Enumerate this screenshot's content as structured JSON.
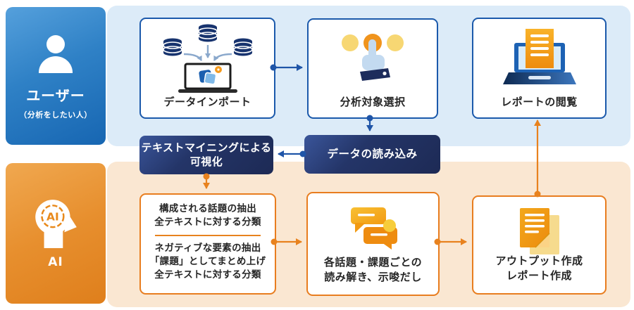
{
  "lanes": {
    "user": {
      "title": "ユーザー",
      "subtitle": "（分析をしたい人）",
      "icon": "person-icon"
    },
    "ai": {
      "title": "AI",
      "icon": "ai-head-icon"
    }
  },
  "user_flow": {
    "data_import": {
      "label": "データインポート",
      "icon": "databases-to-laptop-icon"
    },
    "target_select": {
      "label": "分析対象選択",
      "icon": "hand-tap-icon"
    },
    "report_view": {
      "label": "レポートの閲覧",
      "icon": "laptop-report-icon"
    }
  },
  "process": {
    "visualization": {
      "line1": "テキストマイニングによる",
      "line2": "可視化"
    },
    "data_load": {
      "label": "データの読み込み"
    }
  },
  "ai_flow": {
    "extraction": {
      "lines_top": [
        "構成される話題の抽出",
        "全テキストに対する分類"
      ],
      "lines_bottom": [
        "ネガティブな要素の抽出",
        "「課題」としてまとめ上げ",
        "全テキストに対する分類"
      ]
    },
    "insight": {
      "line1": "各話題・課題ごとの",
      "line2": "読み解き、示唆だし",
      "icon": "chat-bubbles-icon"
    },
    "output": {
      "line1": "アウトプット作成",
      "line2": "レポート作成",
      "icon": "documents-icon"
    }
  },
  "connections": [
    {
      "from": "data_import",
      "to": "target_select",
      "color": "#1f55a8"
    },
    {
      "from": "target_select",
      "to": "data_load",
      "color": "#1f55a8"
    },
    {
      "from": "data_load",
      "to": "visualization",
      "color": "#1f55a8"
    },
    {
      "from": "visualization",
      "to": "extraction",
      "color": "#e8821e"
    },
    {
      "from": "extraction",
      "to": "insight",
      "color": "#e8821e"
    },
    {
      "from": "insight",
      "to": "output",
      "color": "#e8821e"
    },
    {
      "from": "output",
      "to": "report_view",
      "color": "#e8821e"
    }
  ],
  "palette": {
    "user_band": "#dcebf8",
    "ai_band": "#fae7d2",
    "user_panel_blue": "#1766b2",
    "ai_panel_orange": "#df7f1c",
    "box_border_blue": "#1b59ab",
    "box_border_orange": "#e87d1f",
    "process_navy": "#1d2a55",
    "arrow_blue": "#1f55a8",
    "arrow_orange": "#e8821e"
  }
}
